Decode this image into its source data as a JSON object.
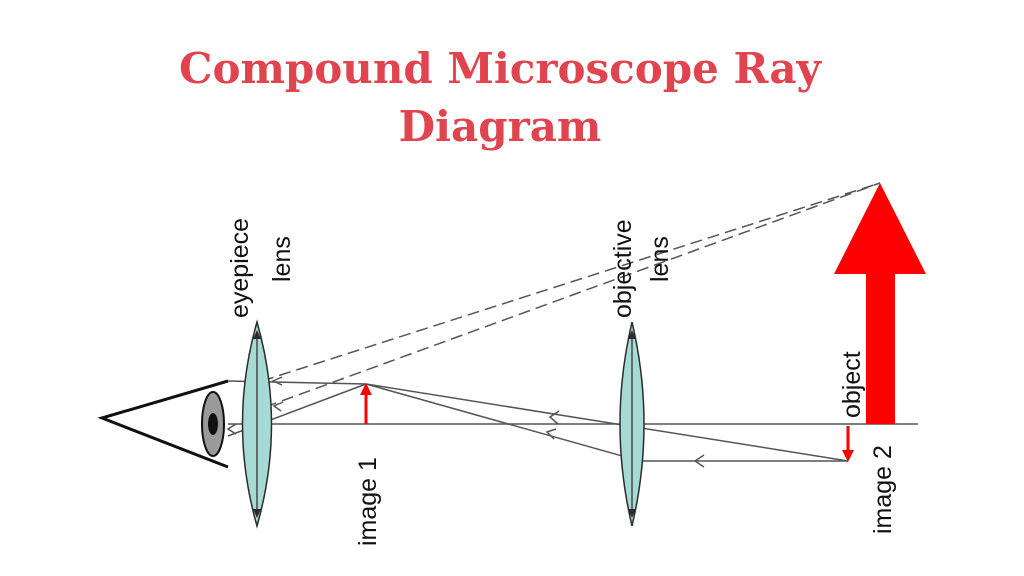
{
  "title": {
    "line1": "Compound Microscope Ray",
    "line2": "Diagram"
  },
  "labels": {
    "eyepiece_line1": "eyepiece",
    "eyepiece_line2": "lens",
    "objective_line1": "objective",
    "objective_line2": "lens",
    "object": "object",
    "image1": "image 1",
    "image2": "image 2"
  },
  "colors": {
    "title": "#e0444f",
    "lens_fill": "#a6dad4",
    "lens_stroke": "#2b2b2b",
    "arrow_red": "#ff0000",
    "ray": "#555555",
    "eye_gray": "#9a9a9a"
  }
}
